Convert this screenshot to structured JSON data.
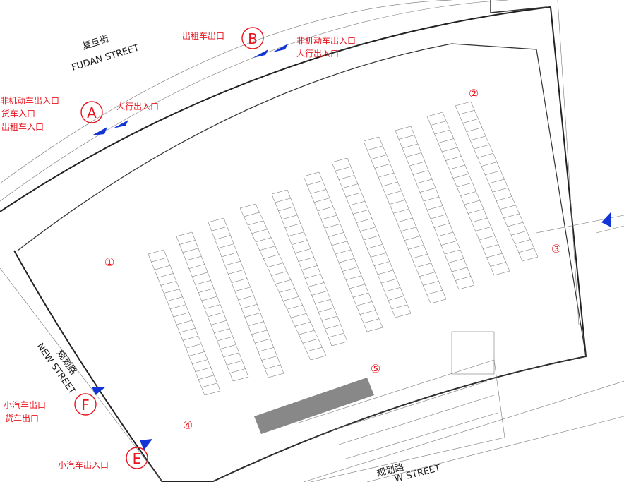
{
  "streets": {
    "north_cn": "复旦街",
    "north_en": "FUDAN STREET",
    "west_cn": "规划路",
    "west_en": "NEW STREET",
    "south_cn": "规划路",
    "south_en": "W STREET"
  },
  "gates": [
    {
      "letter": "A",
      "lines": [
        "非机动车出入口",
        "货车入口",
        "出租车入口"
      ],
      "extra": "人行出入口"
    },
    {
      "letter": "B",
      "lines": [
        "出租车出口"
      ],
      "extra": "非机动车出入口",
      "extra2": "人行出入口"
    },
    {
      "letter": "F",
      "lines": [
        "小汽车出口",
        "货车出口"
      ]
    },
    {
      "letter": "E",
      "lines": [
        "小汽车出入口"
      ]
    }
  ],
  "markers": [
    "①",
    "②",
    "③",
    "④",
    "⑤"
  ],
  "colors": {
    "label": "#e8141e",
    "arrow": "#1235d6",
    "line": "#333333"
  }
}
